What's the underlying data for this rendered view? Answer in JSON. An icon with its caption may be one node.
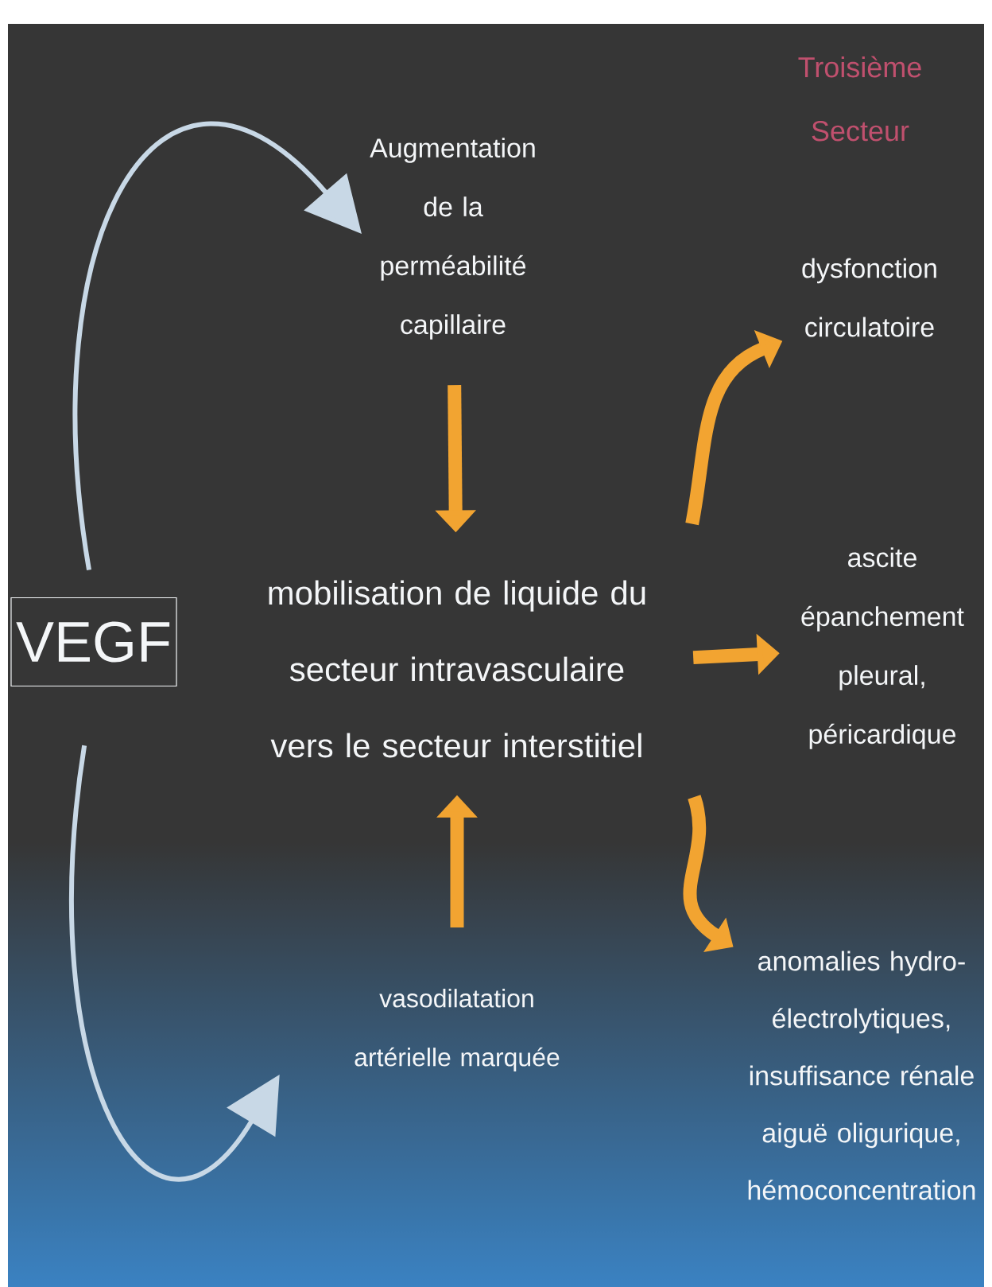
{
  "diagram": {
    "title": "Troisième Secteur",
    "nodes": [
      {
        "text": [
          "VEGF"
        ]
      },
      {
        "text": [
          "Augmentation de la perméabilité capillaire"
        ]
      },
      {
        "text": [
          "mobilisation de liquide du secteur intravasculaire vers le secteur interstitiel"
        ]
      },
      {
        "text": [
          "vasodilatation artérielle marquée"
        ]
      },
      {
        "text": [
          "dysfonction circulatoire"
        ]
      },
      {
        "text": [
          "ascite épanchement pleural, péricardique"
        ]
      },
      {
        "text": [
          "anomalies hydro-électrolytiques, insuffisance rénale aiguë oligurique, hémoconcentration"
        ]
      }
    ],
    "edges": [
      {
        "from": 0,
        "to": 1,
        "arrow": "to",
        "color": "#c8d8e6"
      },
      {
        "from": 0,
        "to": 3,
        "arrow": "to",
        "color": "#c8d8e6"
      },
      {
        "from": 1,
        "to": 2,
        "arrow": "to"
      },
      {
        "from": 3,
        "to": 2,
        "arrow": "to"
      },
      {
        "from": 2,
        "to": 4,
        "arrow": "to"
      },
      {
        "from": 2,
        "to": 5,
        "arrow": "to"
      },
      {
        "from": 2,
        "to": 6,
        "arrow": "to"
      }
    ]
  }
}
